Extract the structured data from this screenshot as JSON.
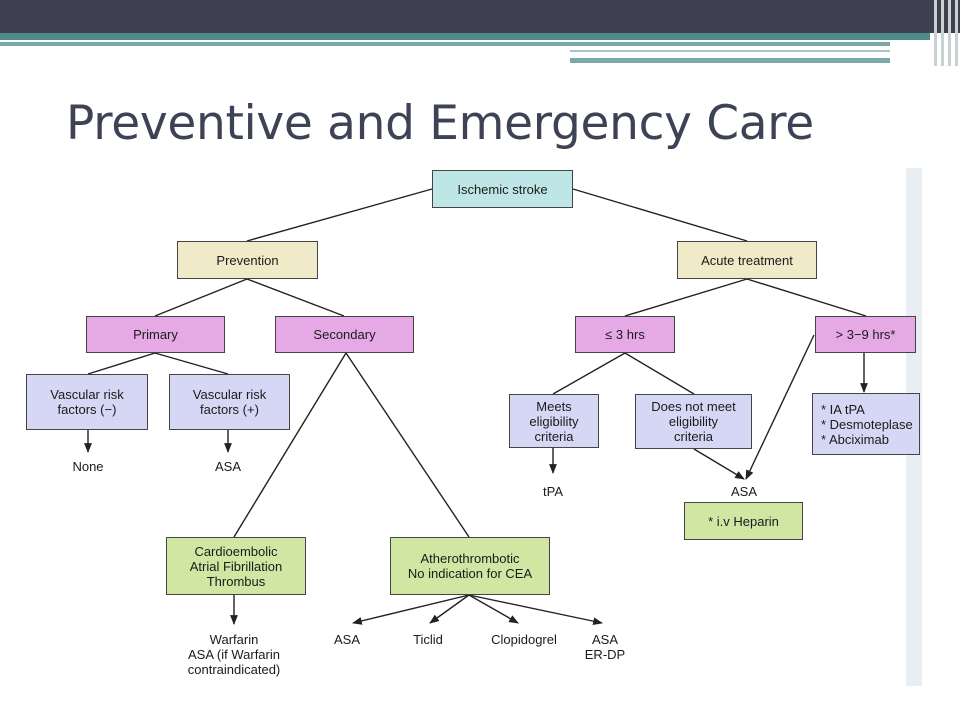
{
  "slide": {
    "title": "Preventive and Emergency Care"
  },
  "diagram": {
    "root": "Ischemic stroke",
    "prevention": "Prevention",
    "acute_treatment": "Acute treatment",
    "primary": "Primary",
    "secondary": "Secondary",
    "le_3hrs": "≤ 3 hrs",
    "gt_3_9hrs": "> 3−9 hrs*",
    "vascular_neg": "Vascular risk\nfactors (−)",
    "vascular_pos": "Vascular risk\nfactors (+)",
    "none_leaf": "None",
    "asa_leaf_primary": "ASA",
    "meets": "Meets\neligibility\ncriteria",
    "not_meets": "Does not meet\neligibility\ncriteria",
    "tpa_leaf": "tPA",
    "asa_leaf_acute": "ASA",
    "iv_heparin": "* i.v Heparin",
    "late_options": "* IA tPA\n* Desmoteplase\n* Abciximab",
    "cardioembolic": "Cardioembolic\nAtrial Fibrillation\nThrombus",
    "atherothrombotic": "Atherothrombotic\nNo indication for CEA",
    "warfarin_leaf": "Warfarin\nASA (if Warfarin\ncontraindicated)",
    "asa_leaf_athero": "ASA",
    "ticlid_leaf": "Ticlid",
    "clopidogrel_leaf": "Clopidogrel",
    "asa_erdp_leaf": "ASA\nER-DP"
  },
  "colors": {
    "header_bar": "#3e4050",
    "accent_teal": "#4f8b8b",
    "root_box": "#bfe6e6",
    "branch_box": "#f1eac9",
    "pink_box": "#e5a9e6",
    "lavender_box": "#d6d7f5",
    "green_box": "#cfe7a3"
  }
}
